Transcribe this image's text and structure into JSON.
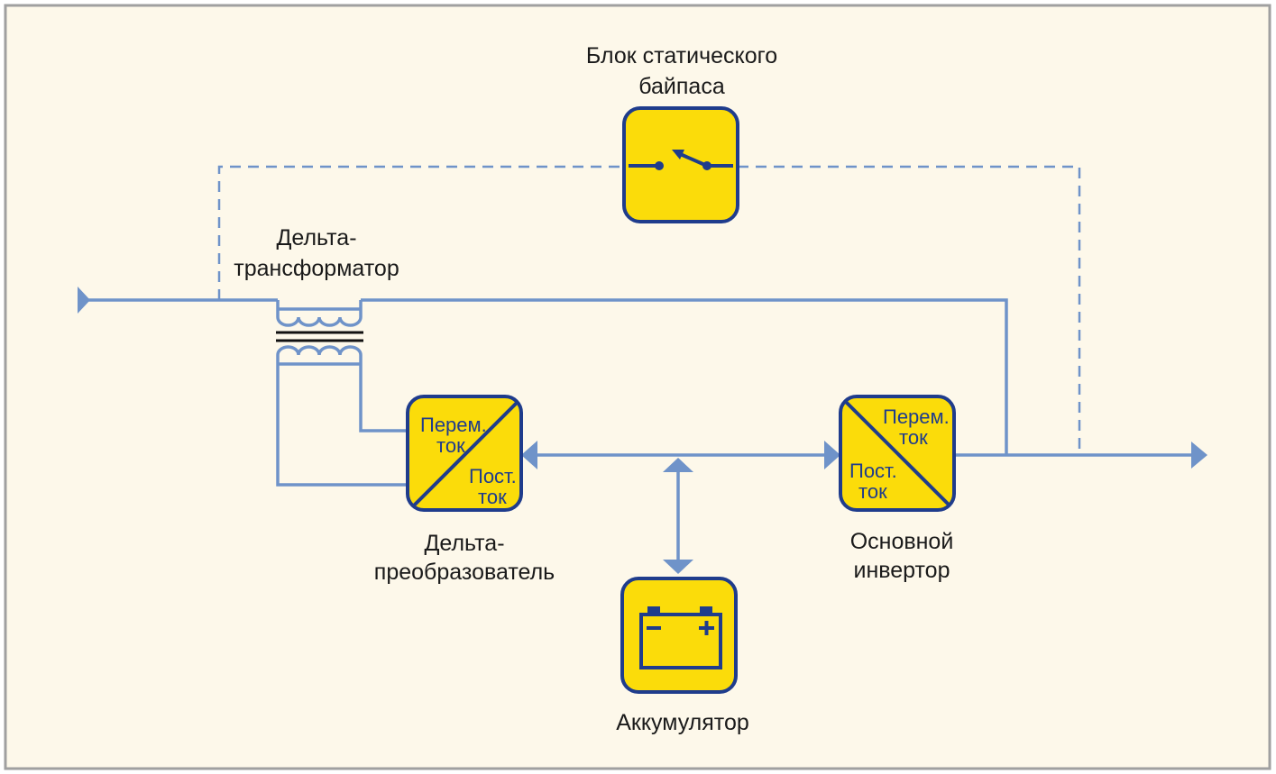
{
  "labels": {
    "bypass_line1": "Блок статического",
    "bypass_line2": "байпаса",
    "transformer_line1": "Дельта-",
    "transformer_line2": "трансформатор",
    "converter_line1": "Дельта-",
    "converter_line2": "преобразователь",
    "inverter_line1": "Основной",
    "inverter_line2": "инвертор",
    "battery": "Аккумулятор"
  },
  "delta_converter_box": {
    "ac_line1": "Перем.",
    "ac_line2": "ток",
    "dc_line1": "Пост.",
    "dc_line2": "ток"
  },
  "main_inverter_box": {
    "ac_line1": "Перем.",
    "ac_line2": "ток",
    "dc_line1": "Пост.",
    "dc_line2": "ток"
  },
  "colors": {
    "background": "#fdf8ea",
    "frame": "#a0a0a0",
    "wire": "#6f93c9",
    "box_fill": "#fbdc0a",
    "box_stroke": "#1f3c8c"
  },
  "icons": {
    "bypass_switch": "switch-icon",
    "battery": "battery-icon",
    "transformer": "transformer-icon"
  }
}
